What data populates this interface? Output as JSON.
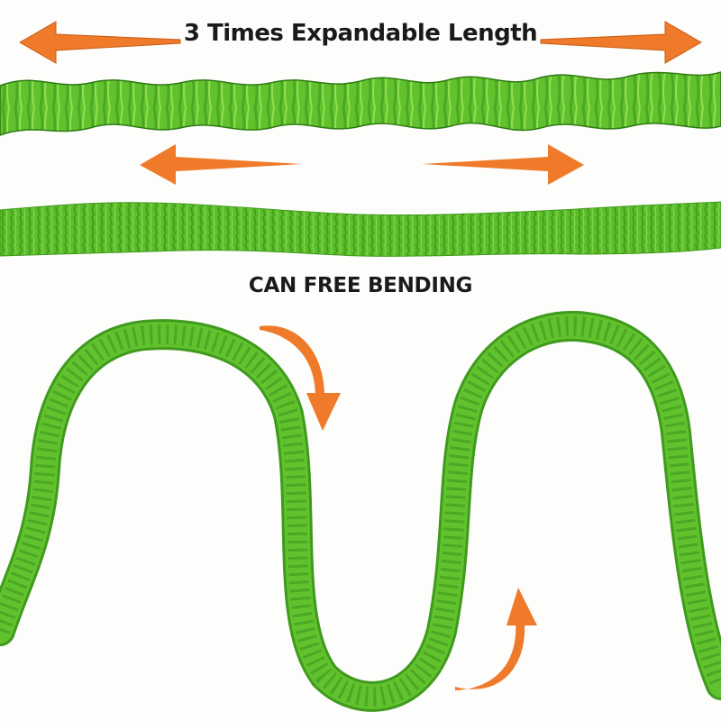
{
  "headline": "3 Times Expandable Length",
  "subheadline": "CAN FREE BENDING",
  "colors": {
    "background": "#fdfdfb",
    "hose_green": "#62c22e",
    "hose_dark": "#3f9a1e",
    "hose_light": "#8ee04f",
    "arrow_orange": "#ee7a2a",
    "text": "#1a1a1a"
  },
  "illustration": {
    "top_hose": "expanded-hose-straight",
    "middle_hose": "compressed-hose-straight",
    "bottom_hose": "s-curve-bent-hose",
    "arrows": [
      "left-arrow",
      "right-arrow",
      "inner-left-arrow",
      "inner-right-arrow",
      "curved-down-arrow",
      "curved-up-arrow"
    ]
  }
}
